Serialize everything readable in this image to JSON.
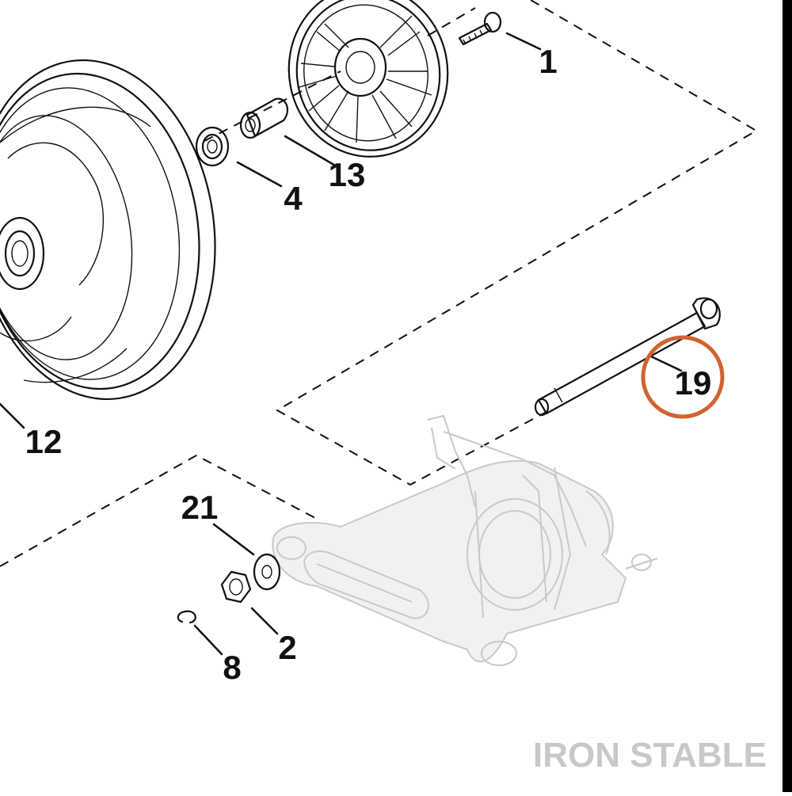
{
  "callouts": [
    {
      "id": "1",
      "label": "1"
    },
    {
      "id": "13",
      "label": "13"
    },
    {
      "id": "4",
      "label": "4"
    },
    {
      "id": "12",
      "label": "12"
    },
    {
      "id": "19",
      "label": "19"
    },
    {
      "id": "21",
      "label": "21"
    },
    {
      "id": "2",
      "label": "2"
    },
    {
      "id": "8",
      "label": "8"
    }
  ],
  "highlight": {
    "callout": "19",
    "color": "#d2622f"
  },
  "watermark": "IRON STABLE",
  "colors": {
    "line": "#111111",
    "faded": "#c9c9c9",
    "watermark": "#c8c8c8",
    "accent": "#d2622f"
  }
}
